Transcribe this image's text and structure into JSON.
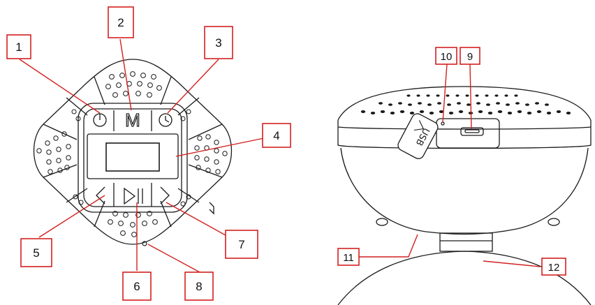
{
  "callouts": {
    "c1": "1",
    "c2": "2",
    "c3": "3",
    "c4": "4",
    "c5": "5",
    "c6": "6",
    "c7": "7",
    "c8": "8",
    "c9": "9",
    "c10": "10",
    "c11": "11",
    "c12": "12"
  },
  "buttons": {
    "mode_letter": "M"
  },
  "port": {
    "usb_label": "USB"
  },
  "colors": {
    "callout_red": "#d32020",
    "line": "#1a1a1a",
    "background": "#ffffff"
  }
}
